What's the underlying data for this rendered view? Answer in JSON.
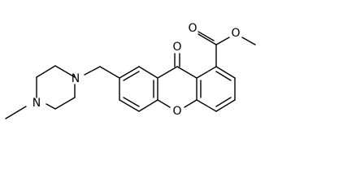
{
  "molecule": {
    "atoms": {
      "oxygen_carbonyl": "O",
      "oxygen_ring": "O",
      "oxygen_ester_double": "O",
      "oxygen_ester_single": "O",
      "nitrogen_methyl": "N",
      "nitrogen_linker": "N"
    }
  }
}
